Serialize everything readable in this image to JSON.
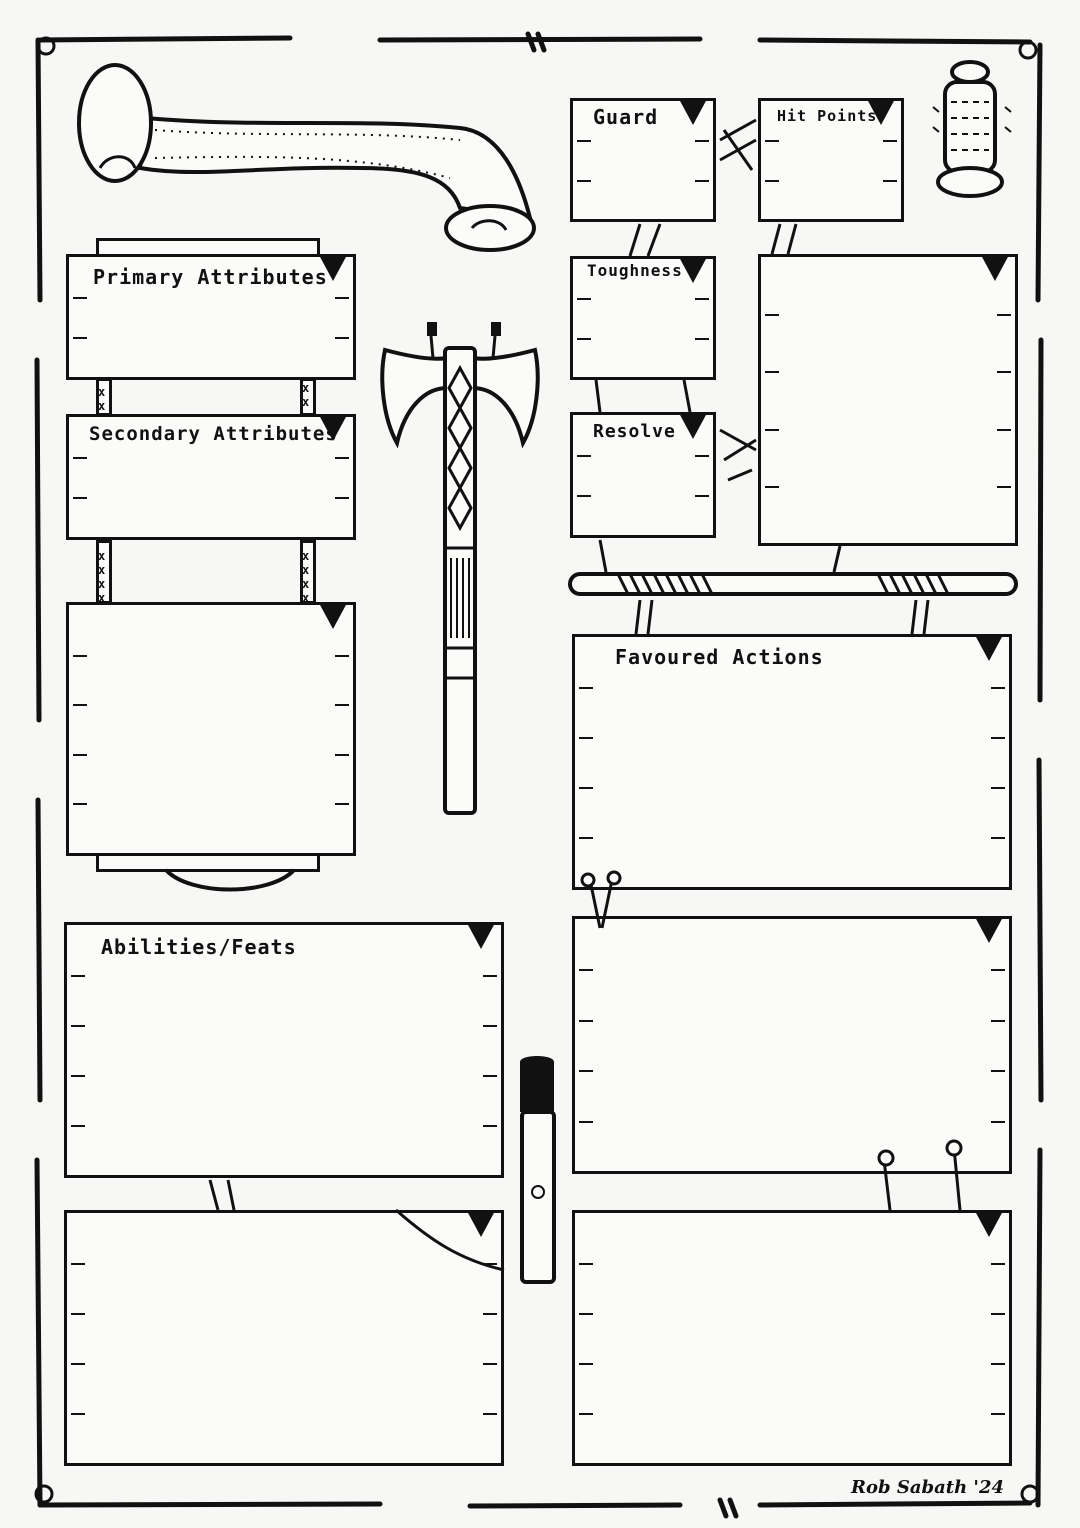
{
  "panels": {
    "primary_attributes": "Primary Attributes",
    "secondary_attributes": "Secondary Attributes",
    "guard": "Guard",
    "hit_points": "Hit Points",
    "toughness": "Toughness",
    "resolve": "Resolve",
    "favoured_actions": "Favoured Actions",
    "abilities_feats": "Abilities/Feats"
  },
  "signature": "Rob Sabath '24",
  "colors": {
    "ink": "#111111",
    "paper": "#f7f7f5"
  },
  "icons": [
    "scroll-banner-icon",
    "axe-icon",
    "lantern-icon",
    "torch-icon",
    "staff-icon"
  ]
}
